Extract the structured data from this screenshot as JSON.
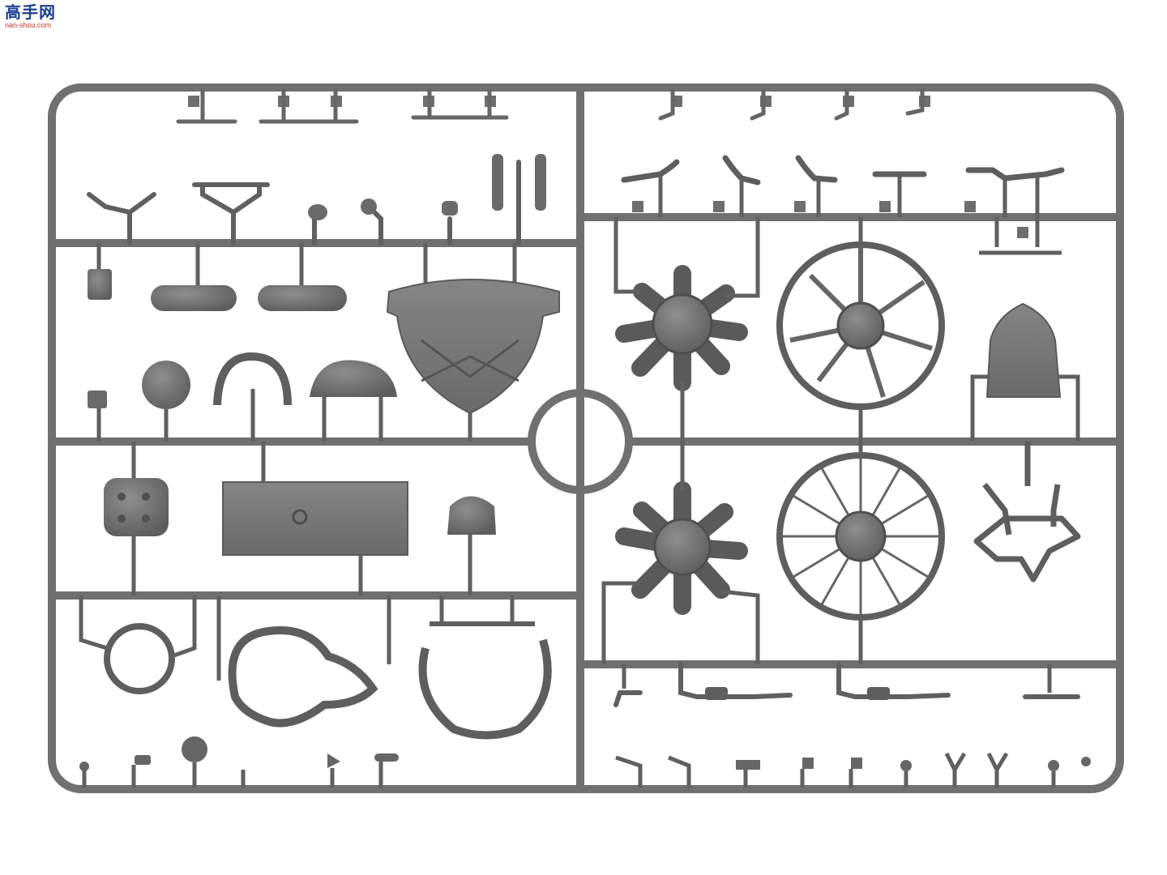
{
  "watermark": {
    "main_text": "高手网",
    "url_text": "nan-shou.com",
    "main_color": "#1a3f8f",
    "url_color": "#c0392b"
  },
  "photo": {
    "subject": "model-kit-sprue",
    "background_color": "#ffffff",
    "plastic_color": "#777777",
    "plastic_dark": "#555555",
    "plastic_light": "#8a8a8a"
  }
}
